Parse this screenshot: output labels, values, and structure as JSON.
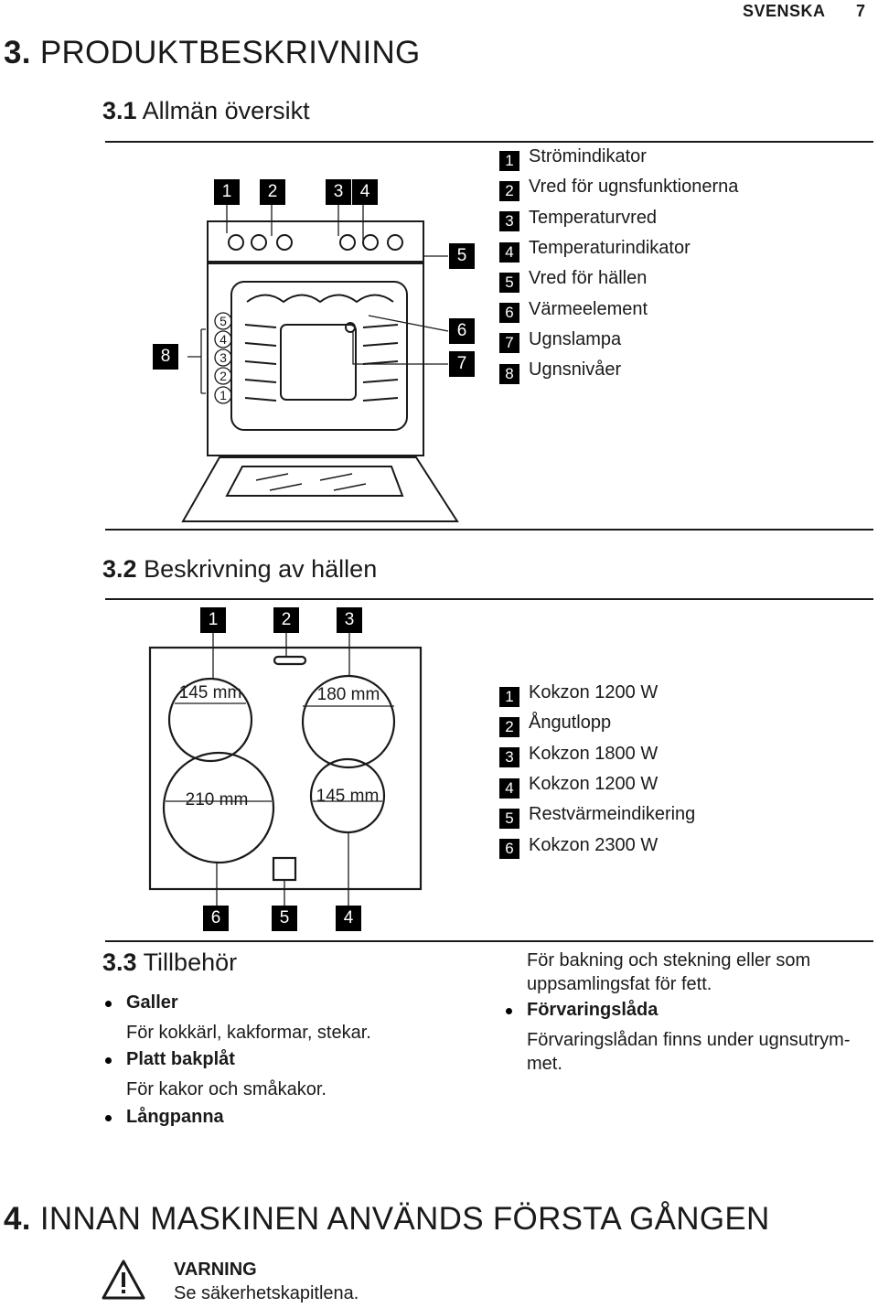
{
  "header": {
    "language": "SVENSKA",
    "page_number": "7"
  },
  "section3": {
    "number": "3.",
    "title": "PRODUKTBESKRIVNING"
  },
  "overview": {
    "number": "3.1",
    "title": "Allmän översikt",
    "callouts_top": [
      "1",
      "2",
      "3",
      "4"
    ],
    "callouts_right": [
      "5",
      "6",
      "7"
    ],
    "callout_left": "8",
    "shelf_levels": [
      "5",
      "4",
      "3",
      "2",
      "1"
    ],
    "legend": [
      {
        "num": "1",
        "label": "Strömindikator"
      },
      {
        "num": "2",
        "label": "Vred för ugnsfunktionerna"
      },
      {
        "num": "3",
        "label": "Temperaturvred"
      },
      {
        "num": "4",
        "label": "Temperaturindikator"
      },
      {
        "num": "5",
        "label": "Vred för hällen"
      },
      {
        "num": "6",
        "label": "Värmeelement"
      },
      {
        "num": "7",
        "label": "Ugnslampa"
      },
      {
        "num": "8",
        "label": "Ugnsnivåer"
      }
    ]
  },
  "hob": {
    "number": "3.2",
    "title": "Beskrivning av hällen",
    "callouts_top": [
      "1",
      "2",
      "3"
    ],
    "callouts_bottom": [
      "6",
      "5",
      "4"
    ],
    "zone_labels": {
      "top_left": "145 mm",
      "top_right": "180 mm",
      "bottom_left": "210 mm",
      "bottom_right": "145 mm"
    },
    "legend": [
      {
        "num": "1",
        "label": "Kokzon 1200 W"
      },
      {
        "num": "2",
        "label": "Ångutlopp"
      },
      {
        "num": "3",
        "label": "Kokzon 1800 W"
      },
      {
        "num": "4",
        "label": "Kokzon 1200 W"
      },
      {
        "num": "5",
        "label": "Restvärmeindikering"
      },
      {
        "num": "6",
        "label": "Kokzon 2300 W"
      }
    ]
  },
  "accessories": {
    "number": "3.3",
    "title": "Tillbehör",
    "items": [
      {
        "name": "Galler",
        "desc": "För kokkärl, kakformar, stekar."
      },
      {
        "name": "Platt bakplåt",
        "desc": "För kakor och småkakor."
      },
      {
        "name": "Långpanna",
        "desc": "För bakning och stekning eller som uppsamlingsfat för fett."
      },
      {
        "name": "Förvaringslåda",
        "desc": "Förvaringslådan finns under ugnsutrymmet."
      }
    ],
    "desc_langpanna_lines": [
      "För bakning och stekning eller som",
      "uppsamlingsfat för fett."
    ],
    "desc_forvaring_lines": [
      "Förvaringslådan finns under ugnsutrym-",
      "met."
    ]
  },
  "section4": {
    "number": "4.",
    "title": "INNAN MASKINEN ANVÄNDS FÖRSTA GÅNGEN",
    "warning_title": "VARNING",
    "warning_text": "Se säkerhetskapitlena."
  }
}
